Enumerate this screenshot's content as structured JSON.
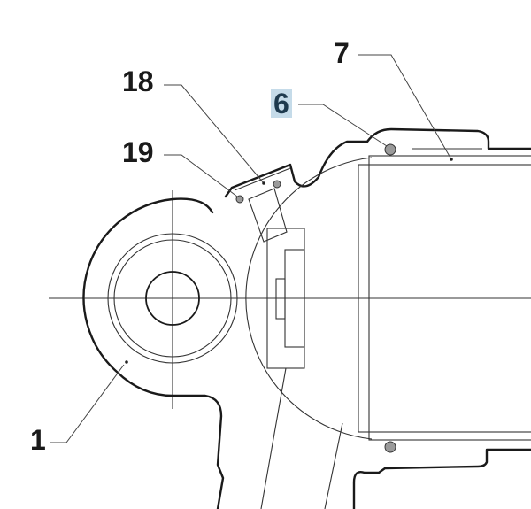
{
  "labels": {
    "part_7": "7",
    "part_18": "18",
    "part_6": "6",
    "part_19": "19",
    "part_1": "1"
  },
  "highlight_color": "#c5dbe9",
  "highlighted_label": "6"
}
